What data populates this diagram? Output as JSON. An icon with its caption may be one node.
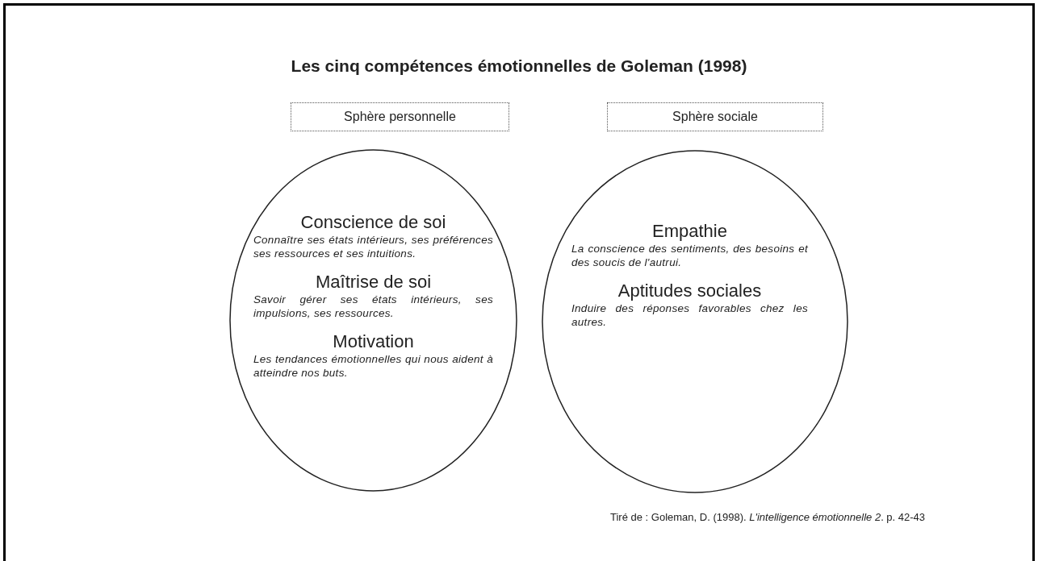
{
  "diagram": {
    "title": "Les cinq compétences émotionnelles de Goleman (1998)",
    "nodes": [
      {
        "text": [
          "Sphère personnelle"
        ]
      },
      {
        "text": [
          "Sphère sociale"
        ]
      },
      {
        "text": [
          "Conscience de soi",
          "Connaître ses états intérieurs, ses préférences ses ressources et ses intuitions.",
          "Maîtrise de soi",
          "Savoir gérer ses états intérieurs, ses impulsions, ses ressources.",
          "Motivation",
          "Les tendances émotionnelles qui nous aident à atteindre nos buts."
        ]
      },
      {
        "text": [
          "Empathie",
          "La conscience des sentiments, des besoins et des soucis de l'autrui.",
          "Aptitudes sociales",
          "Induire des réponses favorables chez les autres."
        ]
      }
    ],
    "caption": "Tiré de : Goleman, D. (1998). *L'intelligence émotionnelle 2*. p. 42-43"
  }
}
